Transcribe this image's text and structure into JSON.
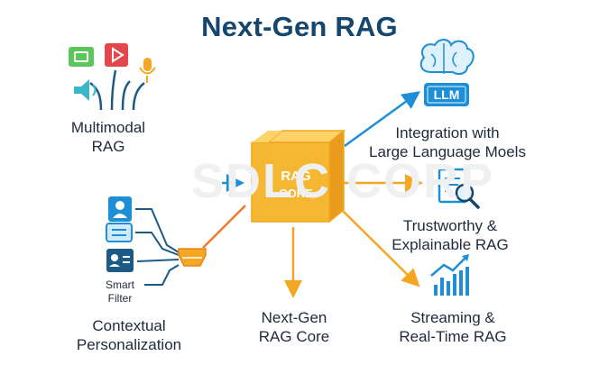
{
  "title": "Next-Gen RAG",
  "watermark": "SDLC CORP",
  "core": {
    "line1": "RAG",
    "line2": "CORE"
  },
  "nodes": {
    "multimodal": {
      "line1": "Multimodal",
      "line2": "RAG"
    },
    "integration": {
      "badge": "LLM",
      "line1": "Integration with",
      "line2": "Large Language Moels"
    },
    "trustworthy": {
      "line1": "Trustworthy &",
      "line2": "Explainable RAG"
    },
    "streaming": {
      "line1": "Streaming &",
      "line2": "Real-Time RAG"
    },
    "core_label": {
      "line1": "Next-Gen",
      "line2": "RAG Core"
    },
    "contextual": {
      "line1": "Contextual",
      "line2": "Personalization",
      "filter_line1": "Smart",
      "filter_line2": "Filter"
    }
  },
  "colors": {
    "title": "#14466e",
    "blue": "#1e8fd6",
    "orange": "#f5a623",
    "core": "#f5b731"
  }
}
